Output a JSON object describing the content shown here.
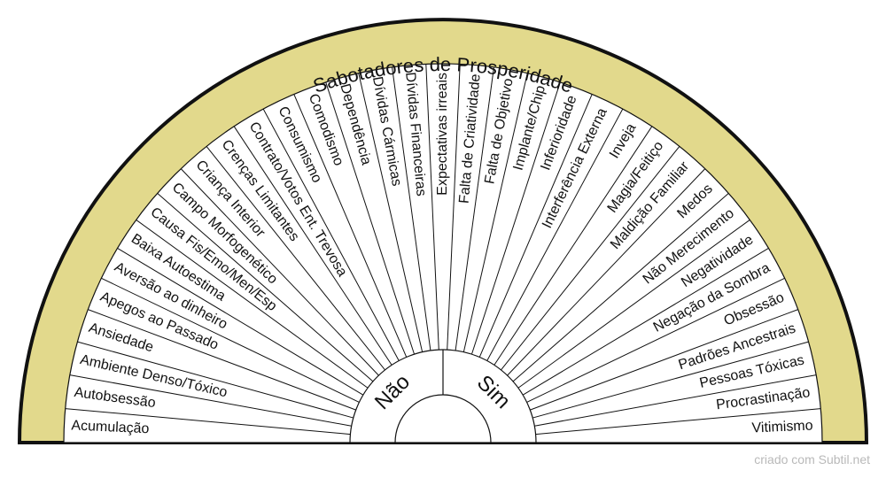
{
  "chart": {
    "title": "Sabotadores de Prosperidade",
    "center_left": "Não",
    "center_right": "Sim",
    "items": [
      "Acumulação",
      "Autobsessão",
      "Ambiente Denso/Tóxico",
      "Ansiedade",
      "Apegos ao Passado",
      "Aversão ao dinheiro",
      "Baixa Autoestima",
      "Causa Fis/Emo/Men/Esp",
      "Campo Morfogenético",
      "Criança Interior",
      "Crenças Limitantes",
      "Contrato/Votos Ent. Trevosa",
      "Consumismo",
      "Comodismo",
      "Dependência",
      "Dívidas Cármicas",
      "Dívidas Financeiras",
      "Expectativas irreais",
      "Falta de Criatividade",
      "Falta de Objetivo",
      "Implante/Chip",
      "Inferioridade",
      "Interferência Externa",
      "Inveja",
      "Magia/Feitiço",
      "Maldição Familiar",
      "Medos",
      "Não Merecimento",
      "Negatividade",
      "Negação da Sombra",
      "Obsessão",
      "Padrões Ancestrais",
      "Pessoas Tóxicas",
      "Procrastinação",
      "Vitimismo"
    ],
    "colors": {
      "band": "#e2d98c",
      "line": "#111111",
      "background": "#ffffff"
    }
  },
  "footer": {
    "credit": "criado com Subtil.net"
  }
}
